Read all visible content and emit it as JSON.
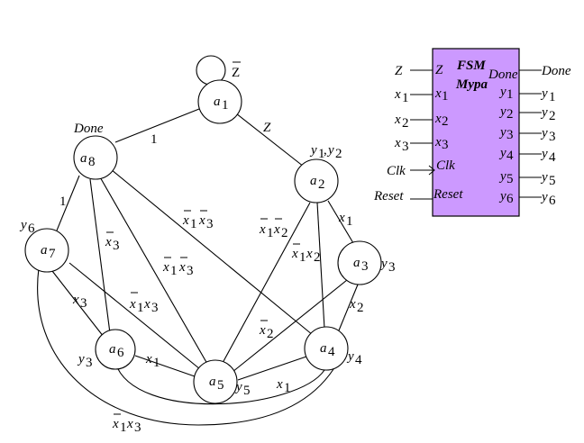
{
  "graph": {
    "states": {
      "a1": {
        "name": "a",
        "sub": "1"
      },
      "a2": {
        "name": "a",
        "sub": "2"
      },
      "a3": {
        "name": "a",
        "sub": "3"
      },
      "a4": {
        "name": "a",
        "sub": "4"
      },
      "a5": {
        "name": "a",
        "sub": "5"
      },
      "a6": {
        "name": "a",
        "sub": "6"
      },
      "a7": {
        "name": "a",
        "sub": "7"
      },
      "a8": {
        "name": "a",
        "sub": "8"
      }
    },
    "outputs": {
      "a8": "Done",
      "a2_y1": "y",
      "a2_y1_sub": "1",
      "a2_sep": ",",
      "a2_y2": "y",
      "a2_y2_sub": "2",
      "a3": "y",
      "a3_sub": "3",
      "a4": "y",
      "a4_sub": "4",
      "a5": "y",
      "a5_sub": "5",
      "a6": "y",
      "a6_sub": "3",
      "a7": "y",
      "a7_sub": "6"
    },
    "conditions": {
      "self_loop_a1": "Z",
      "a1_a8": "1",
      "a1_a2": "Z",
      "a8_a7": "1",
      "a2_a3": {
        "v": "x",
        "sub": "1"
      },
      "a8_a6": {
        "v": "x",
        "sub": "3"
      },
      "a7_a6": {
        "v": "x",
        "sub": "3"
      },
      "a6_a5": {
        "v": "x",
        "sub": "1"
      },
      "a3_a4": {
        "v": "x",
        "sub": "2"
      },
      "a5_a4": {
        "v": "x",
        "sub": "1"
      },
      "a8_a4": {
        "v1": "x",
        "s1": "1",
        "v2": "x",
        "s2": "3"
      },
      "a8_a5": {
        "v1": "x",
        "s1": "1",
        "v2": "x",
        "s2": "3"
      },
      "a7_a5": {
        "v1": "x",
        "s1": "1",
        "v2": "x",
        "s2": "3"
      },
      "a2_a1": {
        "v1": "x",
        "s1": "1",
        "v2": "x",
        "s2": "2"
      },
      "a2_a4": {
        "v1": "x",
        "s1": "1",
        "v2": "x",
        "s2": "2"
      },
      "a3_a5": {
        "v": "x",
        "sub": "2"
      },
      "a6_a1": {
        "v1": "x",
        "s1": "1",
        "v2": "x",
        "s2": "3"
      }
    }
  },
  "block": {
    "title_line1": "FSM",
    "title_line2": "Mypa",
    "inputs": {
      "z": "Z",
      "x1": "x",
      "x1_sub": "1",
      "x2": "x",
      "x2_sub": "2",
      "x3": "x",
      "x3_sub": "3",
      "clk": "Clk",
      "reset": "Reset"
    },
    "outputs": {
      "done": "Done",
      "y1": "y",
      "y1_sub": "1",
      "y2": "y",
      "y2_sub": "2",
      "y3": "y",
      "y3_sub": "3",
      "y4": "y",
      "y4_sub": "4",
      "y5": "y",
      "y5_sub": "5",
      "y6": "y",
      "y6_sub": "6"
    },
    "fill_color": "#cc99ff"
  }
}
